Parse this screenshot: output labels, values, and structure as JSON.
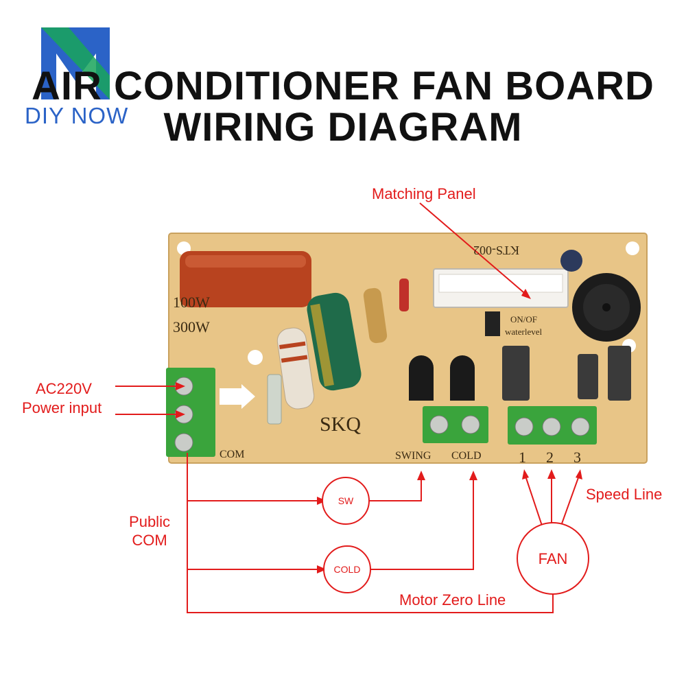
{
  "title_line1": "AIR CONDITIONER FAN BOARD",
  "title_line2": "WIRING DIAGRAM",
  "brand": {
    "name": "DIY NOW",
    "logo_color": "#2b63c7"
  },
  "colors": {
    "label_red": "#e21b1b",
    "pcb": "#e8c587",
    "terminal_green": "#3aa43c"
  },
  "labels": {
    "matching_panel": "Matching Panel",
    "ac220v": "AC220V",
    "power_input": "Power input",
    "public": "Public",
    "com": "COM",
    "speed_line": "Speed Line",
    "motor_zero_line": "Motor Zero Line"
  },
  "circles": {
    "sw": "SW",
    "cold": "COLD",
    "fan": "FAN"
  },
  "board_markings": {
    "w100": "100W",
    "w300": "300W",
    "skq": "SKQ",
    "com": "COM",
    "swing": "SWING",
    "cold": "COLD",
    "n1": "1",
    "n2": "2",
    "n3": "3",
    "kts": "KTS-002",
    "onof": "ON/OF",
    "waterlevel": "waterlevel"
  }
}
